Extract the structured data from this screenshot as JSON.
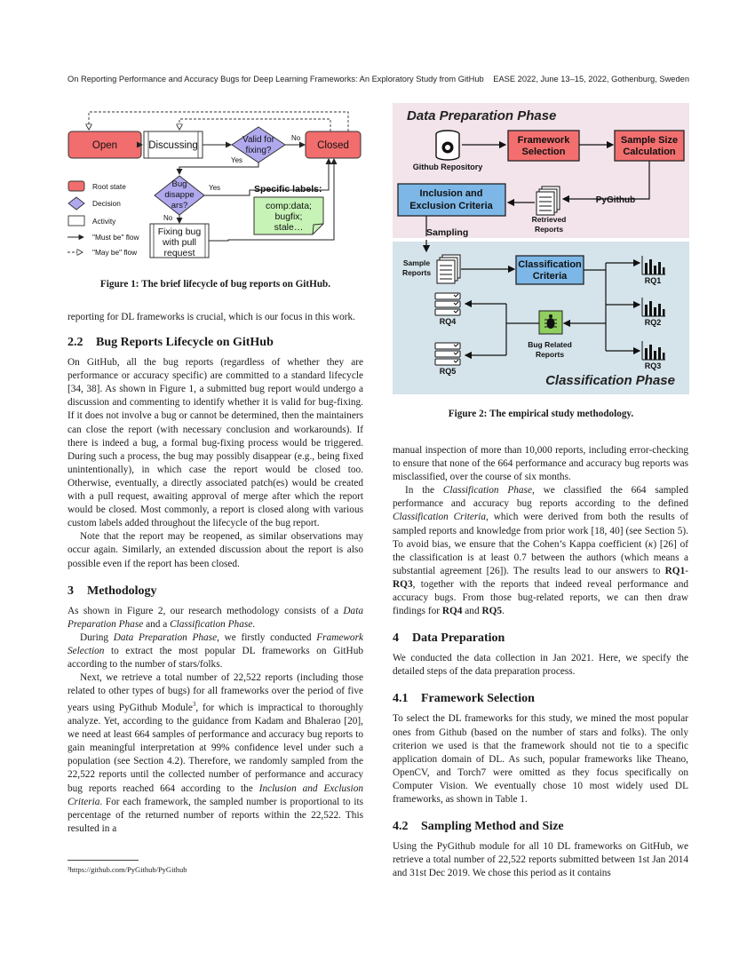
{
  "header": {
    "left": "On Reporting Performance and Accuracy Bugs for Deep Learning Frameworks: An Exploratory Study from GitHub",
    "right": "EASE 2022, June 13–15, 2022, Gothenburg, Sweden"
  },
  "figure1": {
    "nodes": {
      "open": "Open",
      "discussing": "Discussing",
      "valid_line1": "Valid for",
      "valid_line2": "fixing?",
      "closed": "Closed",
      "bug_line1": "Bug",
      "bug_line2": "disappe",
      "bug_line3": "ars?",
      "fix_line1": "Fixing bug",
      "fix_line2": "with pull",
      "fix_line3": "request"
    },
    "edge_labels": {
      "no_top": "No",
      "yes_mid": "Yes",
      "yes_right": "Yes",
      "no_bottom": "No"
    },
    "legend": {
      "root_state": "Root state",
      "decision": "Decision",
      "activity": "Activity",
      "must_be": "\"Must be\" flow",
      "may_be": "\"May be\" flow"
    },
    "labels_box": {
      "title": "Specific labels:",
      "line1": "comp:data;",
      "line2": "bugfix;",
      "line3": "stale…"
    },
    "caption": "Figure 1: The brief lifecycle of bug reports on GitHub."
  },
  "figure2": {
    "phase1": "Data Preparation Phase",
    "phase2": "Classification Phase",
    "github_repo": "Github Repository",
    "framework_selection_line1": "Framework",
    "framework_selection_line2": "Selection",
    "sample_size_line1": "Sample Size",
    "sample_size_line2": "Calculation",
    "inclusion_line1": "Inclusion and",
    "inclusion_line2": "Exclusion Criteria",
    "pygithub": "PyGithub",
    "retrieved_line1": "Retrieved",
    "retrieved_line2": "Reports",
    "sampling": "Sampling",
    "sample_reports_line1": "Sample",
    "sample_reports_line2": "Reports",
    "classification_line1": "Classification",
    "classification_line2": "Criteria",
    "rq1": "RQ1",
    "rq2": "RQ2",
    "rq3": "RQ3",
    "rq4": "RQ4",
    "rq5": "RQ5",
    "bug_related_line1": "Bug Related",
    "bug_related_line2": "Reports",
    "caption": "Figure 2: The empirical study methodology.",
    "colors": {
      "top_bg": "#f2e4ea",
      "bottom_bg": "#d5e3ea",
      "red_box": "#f36f6f",
      "blue_box": "#7cb7e7",
      "green_box": "#8fce5f"
    }
  },
  "left": {
    "p0": "reporting for DL frameworks is crucial, which is our focus in this work.",
    "s22_num": "2.2",
    "s22_title": "Bug Reports Lifecycle on GitHub",
    "p1": "On GitHub, all the bug reports (regardless of whether they are performance or accuracy specific) are committed to a standard lifecycle [34, 38]. As shown in Figure 1, a submitted bug report would undergo a discussion and commenting to identify whether it is valid for bug-fixing. If it does not involve a bug or cannot be determined, then the maintainers can close the report (with necessary conclusion and workarounds). If there is indeed a bug, a formal bug-fixing process would be triggered. During such a process, the bug may possibly disappear (e.g., being fixed unintentionally), in which case the report would be closed too. Otherwise, eventually, a directly associated patch(es) would be created with a pull request, awaiting approval of merge after which the report would be closed. Most commonly, a report is closed along with various custom labels added throughout the lifecycle of the bug report.",
    "p2": "Note that the report may be reopened, as similar observations may occur again. Similarly, an extended discussion about the report is also possible even if the report has been closed.",
    "s3_num": "3",
    "s3_title": "Methodology",
    "p3a": "As shown in Figure 2, our research methodology consists of a ",
    "p3i1": "Data Preparation Phase",
    "p3b": " and a ",
    "p3i2": "Classification Phase",
    "p3c": ".",
    "p4a": "During ",
    "p4i1": "Data Preparation Phase",
    "p4b": ", we firstly conducted ",
    "p4i2": "Framework Selection",
    "p4c": " to extract the most popular DL frameworks on GitHub according to the number of stars/folks.",
    "p5a": "Next, we retrieve a total number of 22,522 reports (including those related to other types of bugs) for all frameworks over the period of five years using PyGithub Module",
    "p5sup": "3",
    "p5b": ", for which is impractical to thoroughly analyze. Yet, according to the guidance from Kadam and Bhalerao [20], we need at least 664 samples of performance and accuracy bug reports to gain meaningful interpretation at 99% confidence level under such a population (see Section 4.2). Therefore, we randomly sampled from the 22,522 reports until the collected number of performance and accuracy bug reports reached 664 according to the ",
    "p5i": "Inclusion and Exclusion Criteria",
    "p5c": ". For each framework, the sampled number is proportional to its percentage of the returned number of reports within the 22,522. This resulted in a",
    "footnote": "³https://github.com/PyGithub/PyGithub"
  },
  "right": {
    "p1": "manual inspection of more than 10,000 reports, including error-checking to ensure that none of the 664 performance and accuracy bug reports was misclassified, over the course of six months.",
    "p2a": "In the ",
    "p2i1": "Classification Phase",
    "p2b": ", we classified the 664 sampled performance and accuracy bug reports according to the defined ",
    "p2i2": "Classification Criteria",
    "p2c": ", which were derived from both the results of sampled reports and knowledge from prior work [18, 40] (see Section 5). To avoid bias, we ensure that the Cohen’s Kappa coefficient (",
    "p2k": "κ",
    "p2d": ") [26] of the classification is at least 0.7 between the authors (which means a substantial agreement [26]). The results lead to our answers to ",
    "p2b1": "RQ1",
    "p2e": "-",
    "p2b2": "RQ3",
    "p2f": ", together with the reports that indeed reveal performance and accuracy bugs. From those bug-related reports, we can then draw findings for ",
    "p2b3": "RQ4",
    "p2g": " and ",
    "p2b4": "RQ5",
    "p2h": ".",
    "s4_num": "4",
    "s4_title": "Data Preparation",
    "p3": "We conducted the data collection in Jan 2021. Here, we specify the detailed steps of the data preparation process.",
    "s41_num": "4.1",
    "s41_title": "Framework Selection",
    "p4": "To select the DL frameworks for this study, we mined the most popular ones from Github (based on the number of stars and folks). The only criterion we used is that the framework should not tie to a specific application domain of DL. As such, popular frameworks like Theano, OpenCV, and Torch7 were omitted as they focus specifically on Computer Vision. We eventually chose 10 most widely used DL frameworks, as shown in Table 1.",
    "s42_num": "4.2",
    "s42_title": "Sampling Method and Size",
    "p5": "Using the PyGithub module for all 10 DL frameworks on GitHub, we retrieve a total number of 22,522 reports submitted between 1st Jan 2014 and 31st Dec 2019. We chose this period as it contains"
  }
}
